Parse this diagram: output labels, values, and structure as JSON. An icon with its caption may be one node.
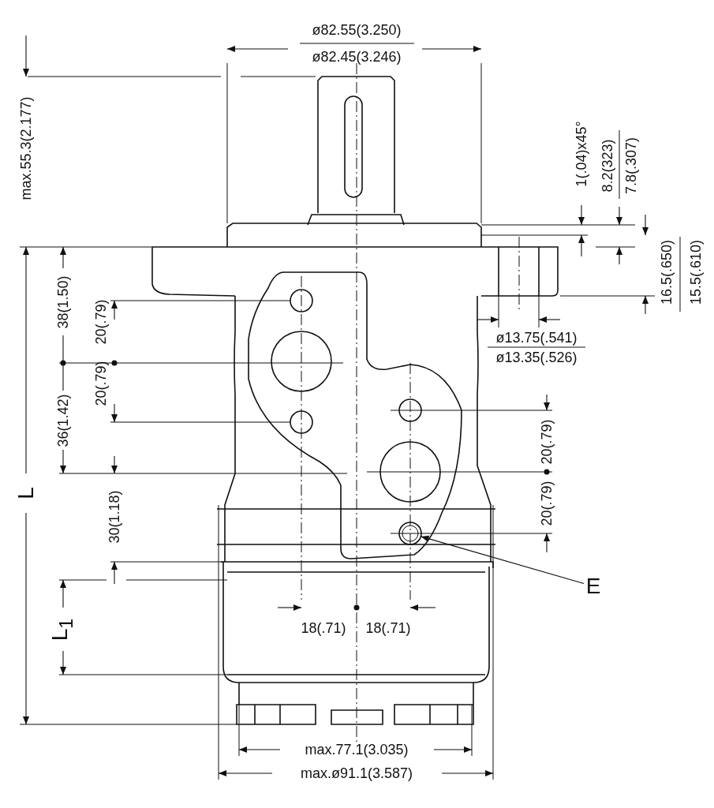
{
  "diagram": {
    "nodes": [
      {
        "text": [
          "E"
        ]
      },
      {
        "text": [],
        "shape": "circle"
      }
    ],
    "edges": [
      {
        "from": 0,
        "to": 1,
        "arrow": "to"
      }
    ],
    "labels": [
      "ø82.55(3.250)",
      "ø82.45(3.246)",
      "max.55.3(2.177)",
      "1(.04)x45°",
      "8.2(323)",
      "7.8(.307)",
      "16.5(.650)",
      "15.5(.610)",
      "38(1.50)",
      "20(.79)",
      "ø13.75(.541)",
      "ø13.35(.526)",
      "20(.79)",
      "36(1.42)",
      "20(.79)",
      "20(.79)",
      "L",
      "30(1.18)",
      "L$_{1}$",
      "18(.71)",
      "18(.71)",
      "max.77.1(3.035)",
      "max.ø91.1(3.587)"
    ]
  }
}
